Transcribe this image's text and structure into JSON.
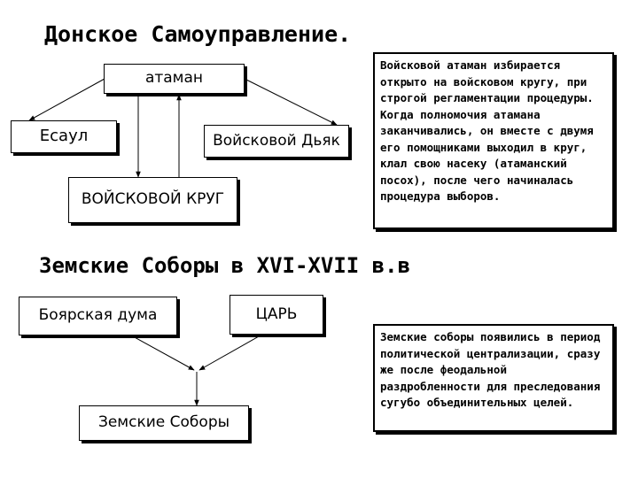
{
  "don": {
    "title": "Донское Самоуправление.",
    "ataman": "атаман",
    "esaul": "Есаул",
    "dyak": "Войсковой Дьяк",
    "krug": "ВОЙСКОВОЙ КРУГ",
    "note": "Войсковой атаман избирается открыто на войсковом кругу, при строгой регламентации процедуры. Когда полномочия атамана заканчивались, он вместе с двумя его помощниками выходил в круг, клал свою насеку (атаманский посох), после чего начиналась процедура выборов."
  },
  "zem": {
    "title": "Земские Соборы в XVI-XVII в.в",
    "boyar": "Боярская дума",
    "tsar": "ЦАРЬ",
    "sobory": "Земские Соборы",
    "note": "Земские соборы появились в период политической централизации, сразу же после феодальной раздробленности для преследования сугубо объединительных целей."
  }
}
